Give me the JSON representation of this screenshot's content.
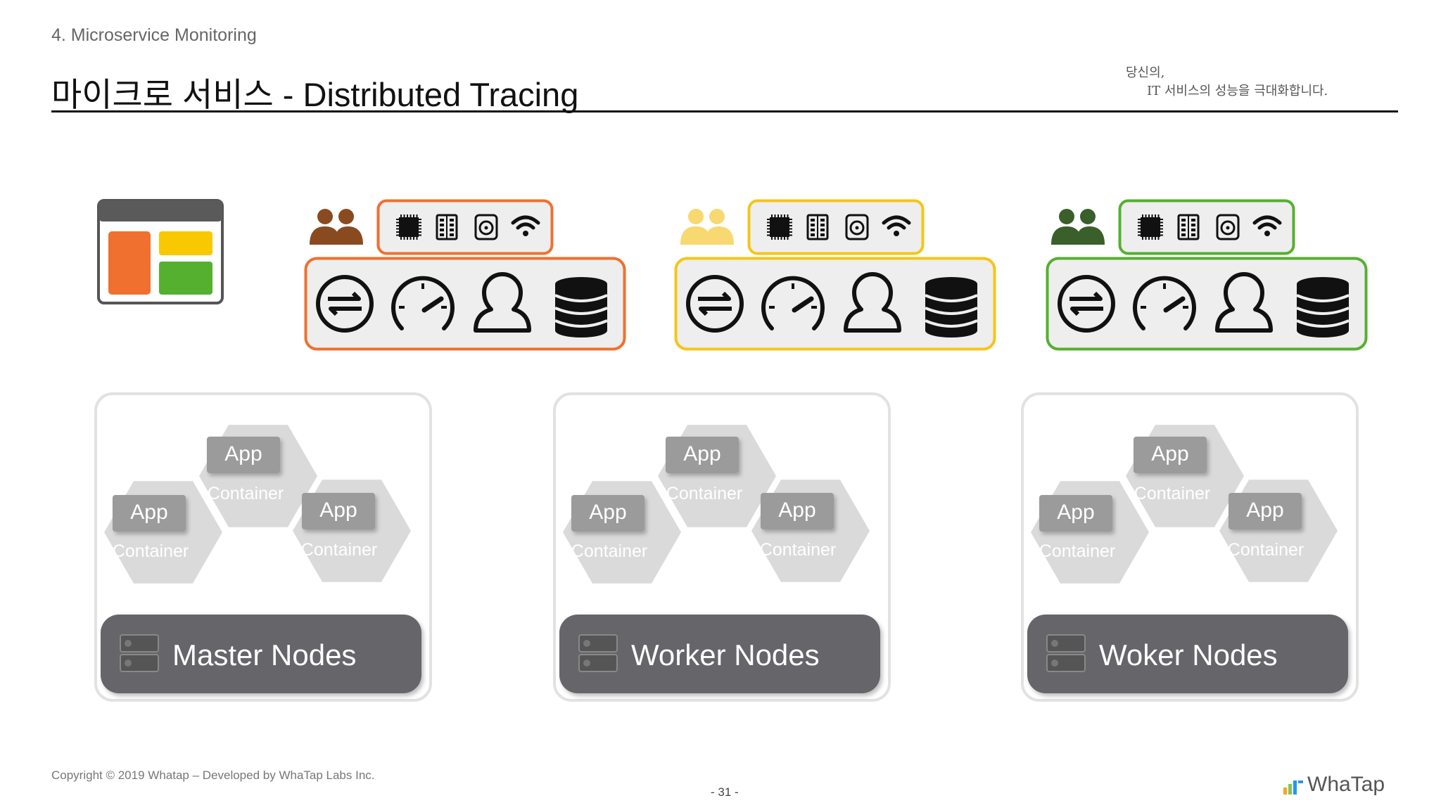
{
  "header": {
    "section": "4. Microservice Monitoring",
    "title": "마이크로 서비스 - Distributed Tracing",
    "tagline_line1": "당신의,",
    "tagline_line2": "IT 서비스의 성능을 극대화합니다."
  },
  "footer": {
    "copyright": "Copyright © 2019 Whatap – Developed by WhaTap Labs Inc.",
    "page_number": "- 31 -",
    "brand": "WhaTap"
  },
  "colors": {
    "orange": "#f07030",
    "yellow": "#f5c518",
    "green": "#55b030",
    "users_orange": "#8a4a20",
    "users_yellow": "#f8d870",
    "users_green": "#3a5f2a",
    "node_bar": "#666569",
    "hexagon": "#d8d8d8",
    "app_badge": "#9a9a9a"
  },
  "icons": {
    "infra": [
      "cpu-icon",
      "memory-icon",
      "disk-icon",
      "network-icon"
    ],
    "metrics": [
      "transaction-icon",
      "response-time-icon",
      "user-icon",
      "database-icon"
    ],
    "dashboard": "dashboard-icon",
    "users": "users-icon",
    "server": "server-icon"
  },
  "clusters": [
    {
      "node_label": "Master Nodes",
      "accent": "orange"
    },
    {
      "node_label": "Worker Nodes",
      "accent": "yellow"
    },
    {
      "node_label": "Woker Nodes",
      "accent": "green"
    }
  ],
  "hexagon": {
    "app_label": "App",
    "container_label": "Container"
  }
}
